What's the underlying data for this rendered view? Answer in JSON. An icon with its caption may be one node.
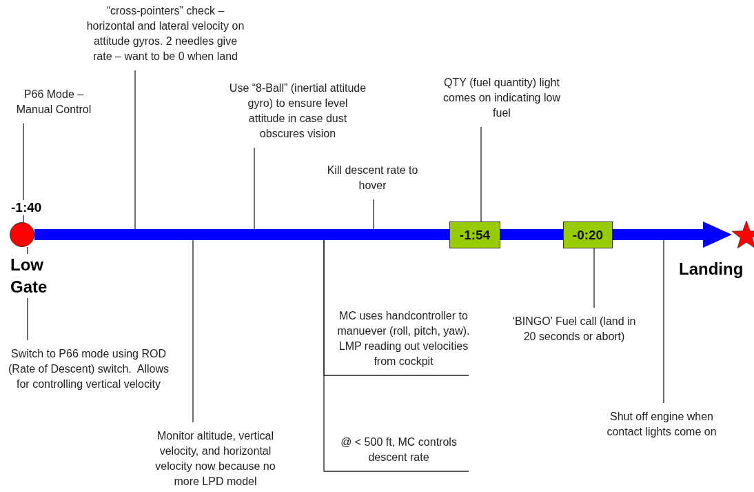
{
  "diagram": {
    "nodes": [
      {
        "text": [],
        "shape": "circle",
        "beside": [
          "-1:40",
          "Low Gate"
        ]
      },
      {
        "text": [
          "-1:54"
        ]
      },
      {
        "text": [
          "-0:20"
        ]
      },
      {
        "text": [],
        "shape": "star",
        "beside": [
          "Landing"
        ]
      },
      {
        "text": [
          "P66 Mode – Manual Control"
        ]
      },
      {
        "text": [
          "“cross-pointers” check – horizontal and lateral velocity on attitude gyros. 2 needles give rate – want to be 0 when land"
        ]
      },
      {
        "text": [
          "Use “8-Ball” (inertial attitude gyro) to ensure level attitude in case dust obscures vision"
        ]
      },
      {
        "text": [
          "Kill descent rate to hover"
        ]
      },
      {
        "text": [
          "QTY (fuel quantity) light comes on indicating low fuel"
        ]
      },
      {
        "text": [
          "Switch to P66 mode using ROD (Rate of Descent) switch.  Allows for controlling vertical velocity"
        ]
      },
      {
        "text": [
          "Monitor altitude, vertical velocity, and horizontal velocity now because no more LPD model"
        ]
      },
      {
        "text": [
          "MC uses handcontroller to manuever (roll, pitch, yaw).  LMP reading out velocities from cockpit"
        ]
      },
      {
        "text": [
          "@ < 500 ft, MC controls descent rate"
        ]
      },
      {
        "text": [
          "‘BINGO’ Fuel call (land in 20 seconds or abort)"
        ]
      },
      {
        "text": [
          "Shut off engine when contact lights come on"
        ]
      }
    ],
    "edges": [
      {
        "from": 0,
        "to": 1,
        "arrow": "none",
        "style": "thick",
        "color": "#0000ff"
      },
      {
        "from": 1,
        "to": 2,
        "arrow": "none",
        "style": "thick",
        "color": "#0000ff"
      },
      {
        "from": 2,
        "to": 3,
        "arrow": "to",
        "style": "thick",
        "color": "#0000ff"
      },
      {
        "from": 4,
        "to": 0,
        "arrow": "none"
      },
      {
        "from": 5,
        "to": null,
        "arrow": "none"
      },
      {
        "from": 6,
        "to": null,
        "arrow": "none"
      },
      {
        "from": 7,
        "to": null,
        "arrow": "none"
      },
      {
        "from": 8,
        "to": 1,
        "arrow": "none"
      },
      {
        "from": 9,
        "to": 0,
        "arrow": "none"
      },
      {
        "from": 10,
        "to": null,
        "arrow": "none"
      },
      {
        "from": 11,
        "to": null,
        "arrow": "none"
      },
      {
        "from": 12,
        "to": null,
        "arrow": "none"
      },
      {
        "from": 13,
        "to": 2,
        "arrow": "none"
      },
      {
        "from": 14,
        "to": null,
        "arrow": "none"
      }
    ]
  }
}
